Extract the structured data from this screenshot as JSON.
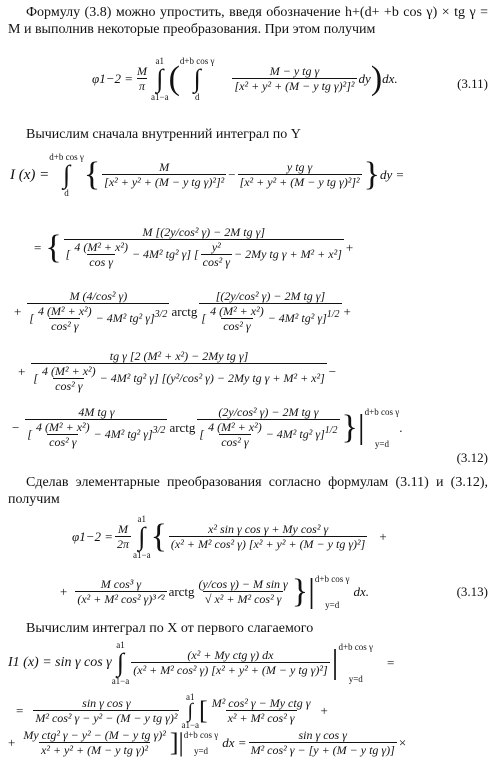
{
  "paragraph1": "Формулу (3.8) можно упростить, введя обозначение h+(d+ +b cos γ) × tg γ = M и выполнив некоторые преобразования. При этом получим",
  "eq311": {
    "lhs": "φ1−2 =",
    "coef_num": "M",
    "coef_den": "π",
    "outer_lower": "a1−a",
    "outer_upper": "a1",
    "inner_lower": "d",
    "inner_upper": "d+b cos γ",
    "frac_num": "M − y tg γ",
    "frac_den": "[x² + y² + (M − y tg γ)²]²",
    "dy": "dy",
    "dx": "dx.",
    "number": "(3.11)"
  },
  "paragraph2": "Вычислим сначала внутренний интеграл по Y",
  "eqI": {
    "lhs": "I (x) =",
    "upper": "d+b cos γ",
    "lower": "d",
    "t1_num": "M",
    "t1_den": "[x² + y² + (M − y tg γ)²]²",
    "minus": "−",
    "t2_num": "y tg γ",
    "t2_den": "[x² + y² + (M − y tg γ)²]²",
    "dy": "dy ="
  },
  "line2": {
    "num": "M [(2y/cos² γ) − 2M tg γ]",
    "den_a_num": "4 (M² + x²)",
    "den_a_den": "cos γ",
    "den_a_rest": "− 4M² tg² γ",
    "den_b_num": "y²",
    "den_b_den": "cos² γ",
    "den_b_rest": "− 2My tg γ + M² + x²",
    "plus": "+"
  },
  "line3": {
    "coef_num": "M (4/cos² γ)",
    "coef_den_num": "4 (M² + x²)",
    "coef_den_den": "cos² γ",
    "coef_den_rest": "− 4M² tg² γ",
    "exp": "3/2",
    "func": "arctg",
    "arg_num": "[(2y/cos² γ) − 2M tg γ]",
    "arg_den_num": "4 (M² + x²)",
    "arg_den_den": "cos² γ",
    "arg_den_rest": "− 4M² tg² γ",
    "arg_exp": "1/2",
    "plus": "+"
  },
  "line4": {
    "num": "tg γ [2 (M² + x²) − 2My tg γ]",
    "den_a_num": "4 (M² + x²)",
    "den_a_den": "cos² γ",
    "den_a_rest": "− 4M² tg² γ",
    "den_b": "[(y²/cos² γ) − 2My tg γ + M² + x²]",
    "minus": "−"
  },
  "line5": {
    "lead": "−",
    "coef_num": "4M tg γ",
    "coef_den_num": "4 (M² + x²)",
    "coef_den_den": "cos² γ",
    "coef_den_rest": "− 4M² tg² γ",
    "exp": "3/2",
    "func": "arctg",
    "arg_num": "(2y/cos² γ) − 2M tg γ",
    "arg_den_num": "4 (M² + x²)",
    "arg_den_den": "cos² γ",
    "arg_den_rest": "− 4M² tg² γ",
    "arg_exp": "1/2",
    "eval_upper": "d+b cos γ",
    "eval_lower": "y=d",
    "end": "."
  },
  "num312": "(3.12)",
  "paragraph3": "Сделав элементарные преобразования согласно формулам (3.11) и (3.12), получим",
  "eq313a": {
    "lhs": "φ1−2 =",
    "coef_num": "M",
    "coef_den": "2π",
    "upper": "a1",
    "lower": "a1−a",
    "num": "x² sin γ cos γ + My cos² γ",
    "den": "(x² + M² cos² γ) [x² + y² + (M − y tg γ)²]",
    "plus": "+"
  },
  "eq313b": {
    "lead": "+",
    "num": "M cos³ γ",
    "den": "(x² + M² cos² γ)³ᐟ²",
    "func": "arctg",
    "arg_num": "(y/cos γ) − M sin γ",
    "arg_den": "√ x² + M² cos² γ",
    "eval_upper": "d+b cos γ",
    "eval_lower": "y=d",
    "dx": "dx.",
    "number": "(3.13)"
  },
  "paragraph4": "Вычислим интеграл по X от первого слагаемого",
  "eqI1a": {
    "lhs": "I1 (x) = sin γ cos γ",
    "upper": "a1",
    "lower": "a1−a",
    "num": "(x² + My ctg γ) dx",
    "den": "(x² + M² cos² γ) [x² + y² + (M − y tg γ)²]",
    "eval_upper": "d+b cos γ",
    "eval_lower": "y=d",
    "eq": "="
  },
  "eqI1b": {
    "lead": "=",
    "coef_num": "sin γ cos γ",
    "coef_den": "M² cos² γ − y² − (M − y tg γ)²",
    "upper": "a1",
    "lower": "a1−a",
    "t_num": "M² cos² γ − My ctg γ",
    "t_den": "x² + M² cos² γ",
    "plus": "+"
  },
  "eqI1c": {
    "lead": "+",
    "num": "My ctg² γ − y² − (M − y tg γ)²",
    "den": "x² + y² + (M − y tg γ)²",
    "eval_upper": "d+b cos γ",
    "eval_lower": "y=d",
    "dx": "dx =",
    "r_num": "sin γ cos γ",
    "r_den": "M² cos² γ − [y + (M − y tg γ)]",
    "times": "×"
  }
}
